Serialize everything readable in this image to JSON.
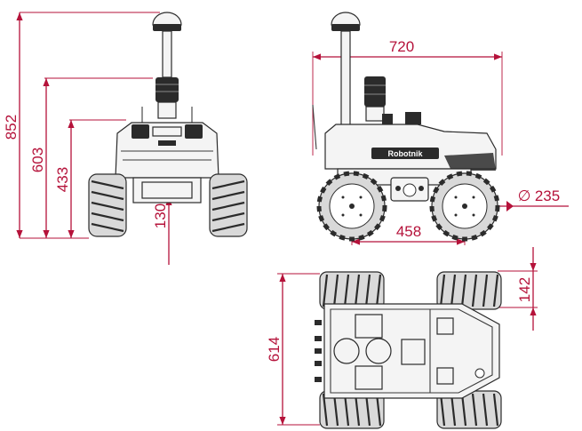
{
  "colors": {
    "dimension": "#b5123a",
    "outline": "#2b2b2b"
  },
  "front_view": {
    "dimensions": {
      "total_height": "852",
      "mast_height": "603",
      "body_height": "433",
      "ground_clearance": "130"
    }
  },
  "side_view": {
    "dimensions": {
      "total_length": "720",
      "wheelbase": "458",
      "wheel_diameter": "235"
    },
    "brand_label": "Robotnik",
    "diameter_symbol": "∅"
  },
  "top_view": {
    "dimensions": {
      "width": "614",
      "wheel_width": "142"
    }
  }
}
